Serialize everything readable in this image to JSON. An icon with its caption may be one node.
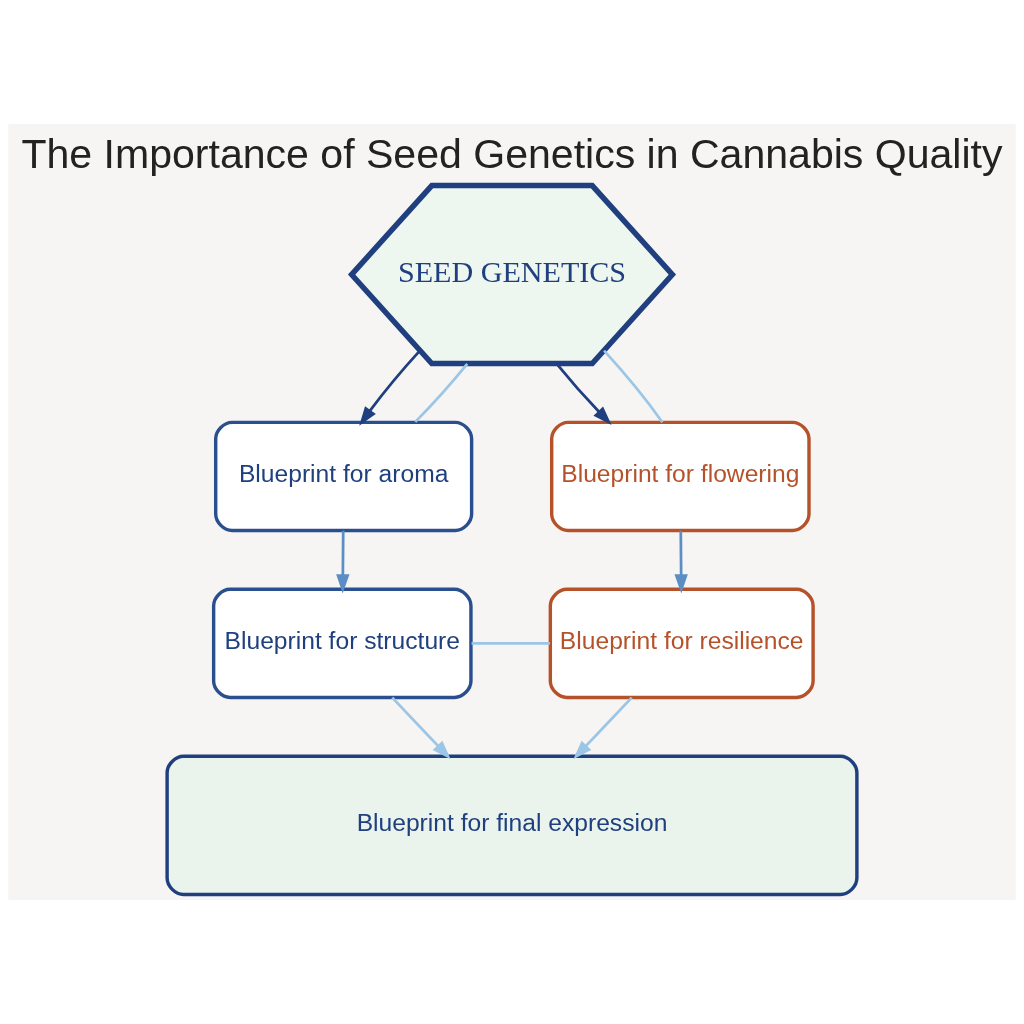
{
  "diagram": {
    "title": "The Importance of Seed Genetics in Cannabis Quality",
    "nodes": [
      {
        "text": [
          "SEED GENETICS"
        ]
      },
      {
        "text": [
          "Blueprint for aroma"
        ]
      },
      {
        "text": [
          "Blueprint for flowering"
        ]
      },
      {
        "text": [
          "Blueprint for structure"
        ]
      },
      {
        "text": [
          "Blueprint for resilience"
        ]
      },
      {
        "text": [
          "Blueprint for final expression"
        ]
      }
    ],
    "edges": [
      {
        "from": 0,
        "to": 1,
        "arrow": "to",
        "color": "#1f3f7f"
      },
      {
        "from": 0,
        "to": 2,
        "arrow": "to",
        "color": "#1f3f7f"
      },
      {
        "from": 0,
        "to": 1,
        "arrow": "none"
      },
      {
        "from": 0,
        "to": 2,
        "arrow": "none"
      },
      {
        "from": 1,
        "to": 3,
        "arrow": "to",
        "color": "#5b8ec4"
      },
      {
        "from": 2,
        "to": 4,
        "arrow": "to",
        "color": "#5b8ec4"
      },
      {
        "from": 3,
        "to": 4,
        "arrow": "none"
      },
      {
        "from": 3,
        "to": 5,
        "arrow": "to"
      },
      {
        "from": 4,
        "to": 5,
        "arrow": "to"
      }
    ]
  }
}
